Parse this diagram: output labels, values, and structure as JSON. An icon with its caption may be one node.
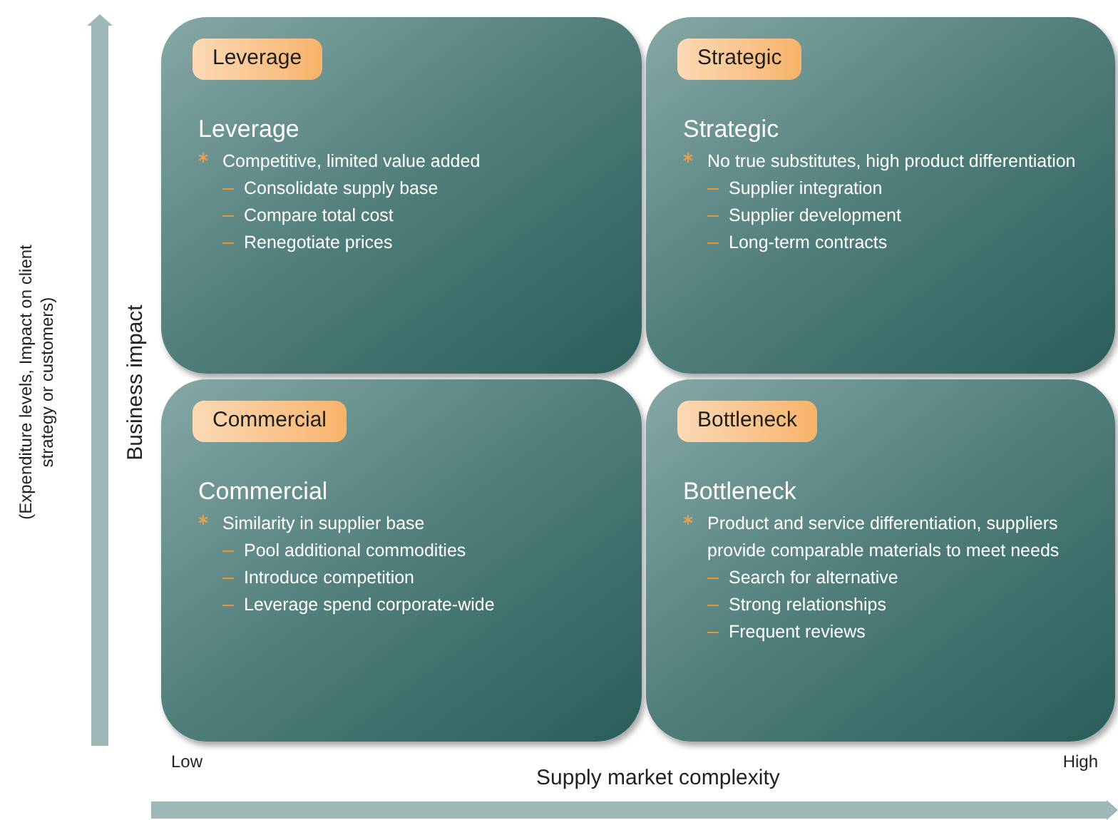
{
  "diagram": {
    "nodes": [
      {
        "text": [
          "Leverage",
          "Leverage",
          "Competitive, limited value added",
          "Consolidate supply base",
          "Compare total cost",
          "Renegotiate prices"
        ]
      },
      {
        "text": [
          "Strategic",
          "Strategic",
          "No true substitutes, high product differentiation",
          "Supplier integration",
          "Supplier development",
          "Long-term contracts"
        ]
      },
      {
        "text": [
          "Commercial",
          "Commercial",
          "Similarity in supplier base",
          "Pool additional commodities",
          "Introduce competition",
          "Leverage spend corporate-wide"
        ]
      },
      {
        "text": [
          "Bottleneck",
          "Bottleneck",
          "Product and service differentiation, suppliers provide comparable materials to meet needs",
          "Search for alternative",
          "Strong relationships",
          "Frequent reviews"
        ]
      }
    ],
    "labels": [
      "(Expenditure levels, Impact on client strategy or customers)",
      "Business impact",
      "Low",
      "High",
      "Supply market complexity"
    ]
  }
}
